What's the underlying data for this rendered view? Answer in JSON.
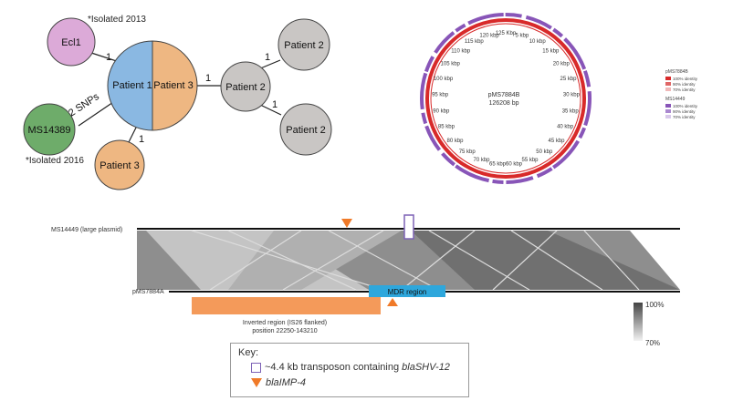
{
  "network": {
    "isolated_2013": "*Isolated 2013",
    "isolated_2016": "*Isolated 2016",
    "node_ecl1": "Ecl1",
    "node_ms14389": "MS14389",
    "node_patient1": "Patient 1",
    "node_patient3_split": "Patient 3",
    "node_patient3_bottom": "Patient 3",
    "node_patient2_center": "Patient 2",
    "node_patient2_top": "Patient 2",
    "node_patient2_bottom": "Patient 2",
    "edge_ecl1": "1",
    "edge_ms14389": "2 SNPs",
    "edge_patient3": "1",
    "edge_center": "1",
    "edge_p2_top": "1",
    "edge_p2_bottom": "1",
    "colors": {
      "blue": "#8ab8e2",
      "orange": "#eeb782",
      "pink": "#dcaad8",
      "green": "#6eac6a",
      "grey": "#c9c6c4"
    }
  },
  "plasmid_map": {
    "center_name": "pMS7884B",
    "center_size": "126208 bp",
    "ticks": [
      "125 Kbp",
      "5 kbp",
      "10 kbp",
      "15 kbp",
      "20 kbp",
      "25 kbp",
      "30 kbp",
      "35 kbp",
      "40 kbp",
      "45 kbp",
      "50 kbp",
      "55 kbp",
      "60 kbp",
      "65 kbp",
      "70 kbp",
      "75 kbp",
      "80 kbp",
      "85 kbp",
      "90 kbp",
      "95 kbp",
      "100 kbp",
      "105 kbp",
      "110 kbp",
      "115 kbp",
      "120 kbp"
    ],
    "legend": {
      "group1_title": "pMS7884B",
      "group1_items": [
        "100% identity",
        "90% identity",
        "70% identity"
      ],
      "group2_title": "MS14449",
      "group2_items": [
        "100% identity",
        "90% identity",
        "70% identity"
      ],
      "colors": {
        "red": "#d82a2a",
        "purple": "#8855b8"
      }
    }
  },
  "alignment": {
    "top_label": "MS14449 (large plasmid)",
    "bottom_label": "pMS7884A",
    "mdr_label": "MDR region",
    "inverted_label_1": "Inverted region (IS26 flanked)",
    "inverted_label_2": "position 22250-143210",
    "scale_max": "100%",
    "scale_min": "70%",
    "colors": {
      "mdr": "#2ea7dc",
      "inverted": "#f49a5a",
      "marker": "#f07a28",
      "box": "#7d62b6"
    }
  },
  "key": {
    "title": "Key:",
    "item1_text": "~4.4 kb transposon containing ",
    "item1_gene": "blaSHV-12",
    "item2_text": "blaIMP-4"
  }
}
